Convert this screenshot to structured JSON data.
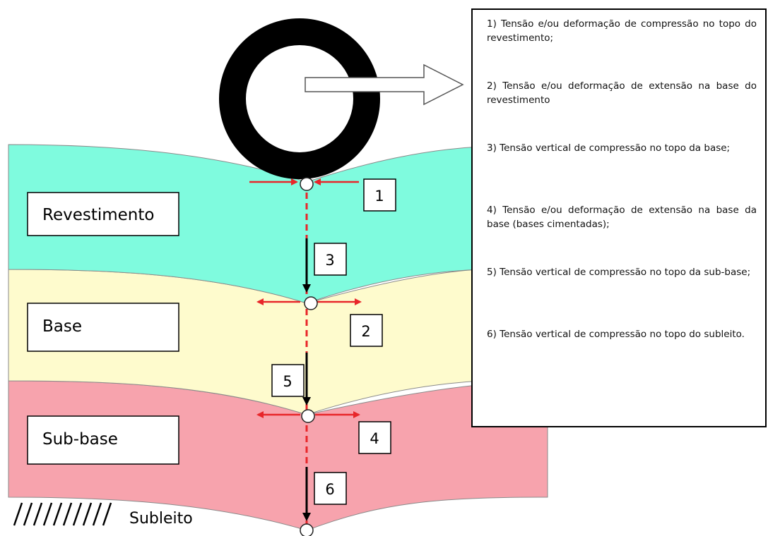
{
  "layers": [
    {
      "name": "Revestimento",
      "color": "#7ffbde"
    },
    {
      "name": "Base",
      "color": "#fefbcd"
    },
    {
      "name": "Sub-base",
      "color": "#f7a3ad"
    }
  ],
  "subgrade_label": "Subleito",
  "point_numbers": [
    "1",
    "2",
    "3",
    "4",
    "5",
    "6"
  ],
  "legend": [
    "1) Tensão e/ou deformação de compressão no topo do revestimento;",
    "2) Tensão e/ou deformação de extensão na base do revestimento",
    "3) Tensão vertical de compressão no topo da base;",
    "4) Tensão e/ou deformação de extensão na base da base (bases cimentadas);",
    "5) Tensão vertical de compressão no topo da sub-base;",
    "6) Tensão vertical de compressão no topo do subleito."
  ],
  "colors": {
    "stress_arrows": "#e8262a",
    "load_arrows": "#000000",
    "wheel": "#000000"
  }
}
